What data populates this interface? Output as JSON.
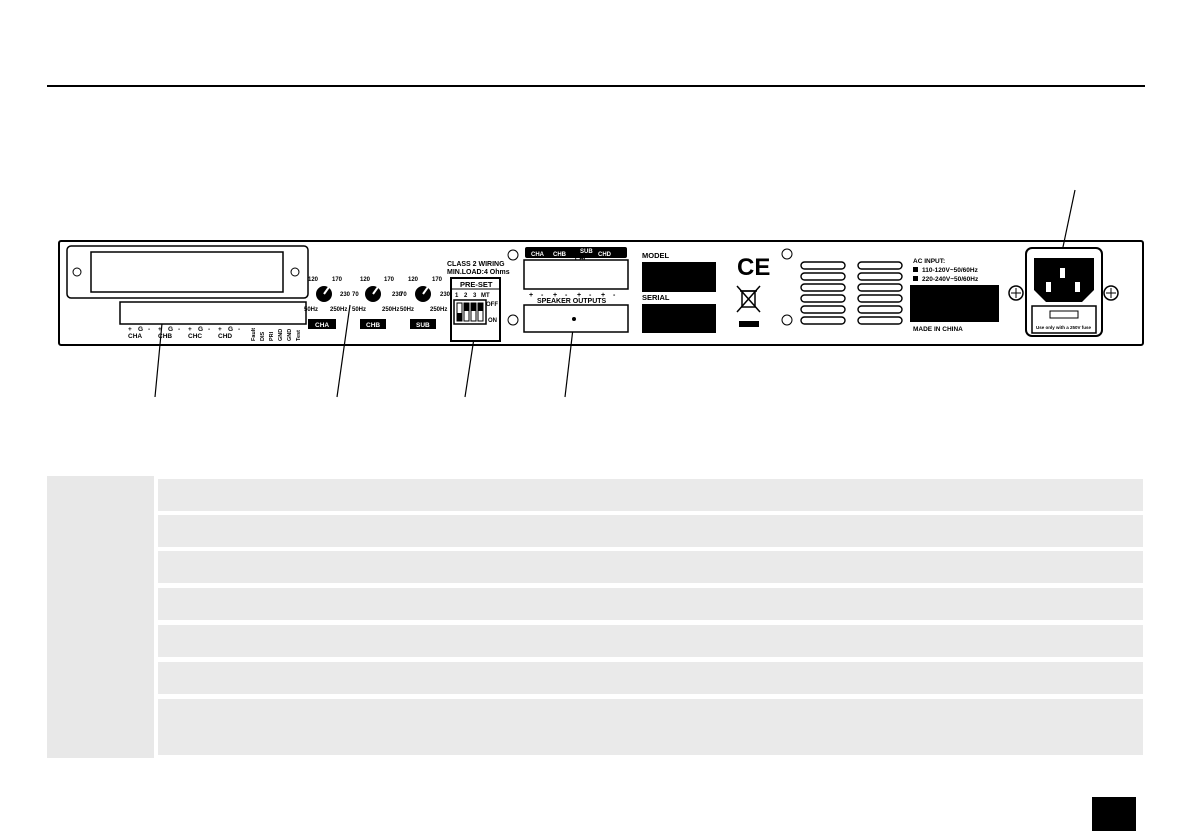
{
  "panel": {
    "class2_wiring": "CLASS 2 WIRING",
    "min_load": "MIN.LOAD:4 Ohms",
    "preset": "PRE-SET",
    "dip_numbers": [
      "1",
      "2",
      "3",
      "MT"
    ],
    "dip_off": "OFF",
    "dip_on": "ON",
    "knob_ticks": {
      "t120": "120",
      "t170": "170",
      "t70": "70",
      "t230": "230",
      "t50": "50Hz",
      "t250": "250Hz"
    },
    "channel_tags": [
      "CHA",
      "CHB",
      "SUB"
    ],
    "input_labels": [
      "+",
      "G",
      "-",
      "+",
      "G",
      "-",
      "+",
      "G",
      "-",
      "+",
      "G",
      "-"
    ],
    "input_group_labels": [
      "CHA",
      "CHB",
      "CHC",
      "CHD"
    ],
    "input_vertical_labels": [
      "Fault",
      "DIS",
      "PRI",
      "GND",
      "GND",
      "Test"
    ],
    "output_tabs": [
      "CHA",
      "CHB",
      "SUB",
      "CHC",
      "CHD"
    ],
    "output_polarity": [
      "+",
      "-",
      "+",
      "-",
      "+",
      "-",
      "+",
      "-"
    ],
    "speaker_outputs": "SPEAKER OUTPUTS",
    "model": "MODEL",
    "serial": "SERIAL",
    "ce_mark": "CE",
    "ac_input": "AC INPUT:",
    "ac_line1": "110-120V~50/60Hz",
    "ac_line2": "220-240V~50/60Hz",
    "made_in": "MADE IN CHINA",
    "fuse_note": "Use only with a 250V fuse"
  },
  "table": {
    "rows": [
      "",
      "",
      "",
      "",
      "",
      "",
      ""
    ]
  },
  "page_number": ""
}
